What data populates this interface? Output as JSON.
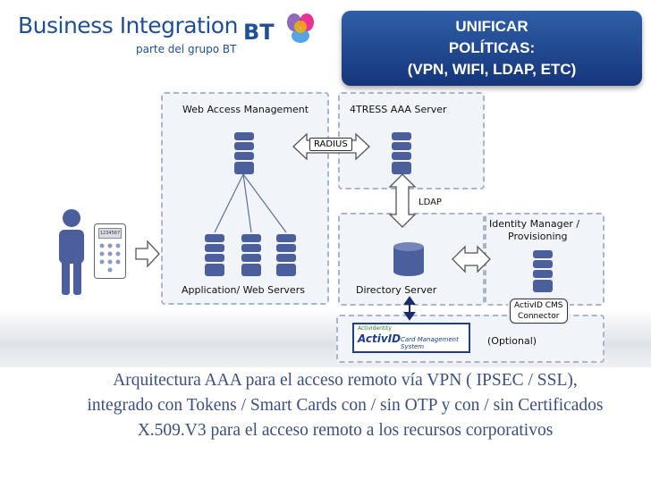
{
  "header": {
    "brand_name": "Business Integration",
    "brand_sub": "parte del grupo BT",
    "bt_logo_text": "BT"
  },
  "banner": {
    "line1": "UNIFICAR",
    "line2": "POLÍTICAS:",
    "line3": "(VPN, WIFI, LDAP, ETC)"
  },
  "diagram": {
    "web_access": "Web Access Management",
    "app_servers": "Application/ Web Servers",
    "aaa_server": "4TRESS AAA Server",
    "radius": "RADIUS",
    "ldap": "LDAP",
    "directory": "Directory Server",
    "identity_line1": "Identity Manager /",
    "identity_line2": "Provisioning",
    "activid_cms_line1": "ActivID CMS",
    "activid_cms_line2": "Connector",
    "activid_logo": "ActivID",
    "activid_logo_sub": "Card Management System",
    "activid_small": "ActivIdentity",
    "optional": "(Optional)",
    "token_screen": "1234567"
  },
  "caption": "Arquitectura AAA para el acceso remoto vía VPN ( IPSEC / SSL), integrado con Tokens / Smart Cards con / sin  OTP y  con / sin Certificados X.509.V3 para el acceso remoto a los recursos corporativos"
}
